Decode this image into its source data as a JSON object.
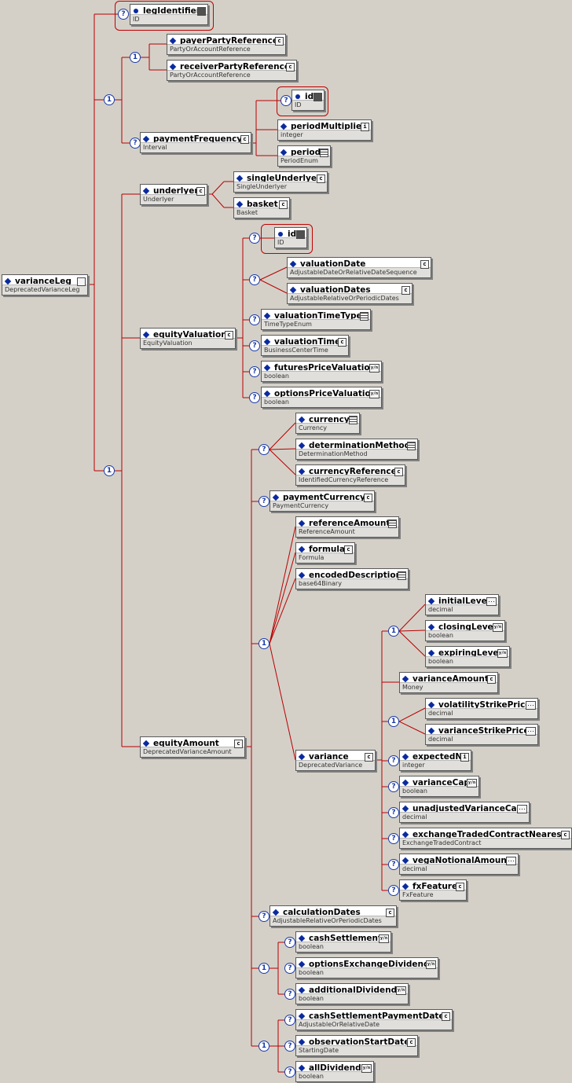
{
  "root": {
    "name": "varianceLeg",
    "type": "DeprecatedVarianceLeg"
  },
  "elements": [
    {
      "id": "legIdentifier",
      "name": "legIdentifier",
      "type": "ID",
      "badge": "minus",
      "dot": true
    },
    {
      "id": "payerPartyReference",
      "name": "payerPartyReference",
      "type": "PartyOrAccountReference",
      "badge": "c"
    },
    {
      "id": "receiverPartyReference",
      "name": "receiverPartyReference",
      "type": "PartyOrAccountReference",
      "badge": "c"
    },
    {
      "id": "paymentFrequency",
      "name": "paymentFrequency",
      "type": "Interval",
      "badge": "c"
    },
    {
      "id": "pfId",
      "name": "id",
      "type": "ID",
      "badge": "minus",
      "dot": true
    },
    {
      "id": "periodMultiplier",
      "name": "periodMultiplier",
      "type": "integer",
      "badge": "i"
    },
    {
      "id": "period",
      "name": "period",
      "type": "PeriodEnum",
      "badge": "lines"
    },
    {
      "id": "underlyer",
      "name": "underlyer",
      "type": "Underlyer",
      "badge": "c"
    },
    {
      "id": "singleUnderlyer",
      "name": "singleUnderlyer",
      "type": "SingleUnderlyer",
      "badge": "c"
    },
    {
      "id": "basket",
      "name": "basket",
      "type": "Basket",
      "badge": "c"
    },
    {
      "id": "equityValuation",
      "name": "equityValuation",
      "type": "EquityValuation",
      "badge": "c"
    },
    {
      "id": "evId",
      "name": "id",
      "type": "ID",
      "badge": "minus",
      "dot": true
    },
    {
      "id": "valuationDate",
      "name": "valuationDate",
      "type": "AdjustableDateOrRelativeDateSequence",
      "badge": "c"
    },
    {
      "id": "valuationDates",
      "name": "valuationDates",
      "type": "AdjustableRelativeOrPeriodicDates",
      "badge": "c"
    },
    {
      "id": "valuationTimeType",
      "name": "valuationTimeType",
      "type": "TimeTypeEnum",
      "badge": "lines"
    },
    {
      "id": "valuationTime",
      "name": "valuationTime",
      "type": "BusinessCenterTime",
      "badge": "c"
    },
    {
      "id": "futuresPriceValuation",
      "name": "futuresPriceValuation",
      "type": "boolean",
      "badge": "yn"
    },
    {
      "id": "optionsPriceValuation",
      "name": "optionsPriceValuation",
      "type": "boolean",
      "badge": "yn"
    },
    {
      "id": "equityAmount",
      "name": "equityAmount",
      "type": "DeprecatedVarianceAmount",
      "badge": "c"
    },
    {
      "id": "currency",
      "name": "currency",
      "type": "Currency",
      "badge": "lines"
    },
    {
      "id": "determinationMethod",
      "name": "determinationMethod",
      "type": "DeterminationMethod",
      "badge": "lines"
    },
    {
      "id": "currencyReference",
      "name": "currencyReference",
      "type": "IdentifiedCurrencyReference",
      "badge": "c"
    },
    {
      "id": "paymentCurrency",
      "name": "paymentCurrency",
      "type": "PaymentCurrency",
      "badge": "c"
    },
    {
      "id": "referenceAmount",
      "name": "referenceAmount",
      "type": "ReferenceAmount",
      "badge": "lines"
    },
    {
      "id": "formula",
      "name": "formula",
      "type": "Formula",
      "badge": "c"
    },
    {
      "id": "encodedDescription",
      "name": "encodedDescription",
      "type": "base64Binary",
      "badge": "lines"
    },
    {
      "id": "variance",
      "name": "variance",
      "type": "DeprecatedVariance",
      "badge": "c"
    },
    {
      "id": "initialLevel",
      "name": "initialLevel",
      "type": "decimal",
      "badge": "dots"
    },
    {
      "id": "closingLevel",
      "name": "closingLevel",
      "type": "boolean",
      "badge": "yn"
    },
    {
      "id": "expiringLevel",
      "name": "expiringLevel",
      "type": "boolean",
      "badge": "yn"
    },
    {
      "id": "varianceAmount",
      "name": "varianceAmount",
      "type": "Money",
      "badge": "c"
    },
    {
      "id": "volatilityStrikePrice",
      "name": "volatilityStrikePrice",
      "type": "decimal",
      "badge": "dots"
    },
    {
      "id": "varianceStrikePrice",
      "name": "varianceStrikePrice",
      "type": "decimal",
      "badge": "dots"
    },
    {
      "id": "expectedN",
      "name": "expectedN",
      "type": "integer",
      "badge": "i"
    },
    {
      "id": "varianceCap",
      "name": "varianceCap",
      "type": "boolean",
      "badge": "yn"
    },
    {
      "id": "unadjustedVarianceCap",
      "name": "unadjustedVarianceCap",
      "type": "decimal",
      "badge": "dots"
    },
    {
      "id": "exchangeTradedContractNearest",
      "name": "exchangeTradedContractNearest",
      "type": "ExchangeTradedContract",
      "badge": "c"
    },
    {
      "id": "vegaNotionalAmount",
      "name": "vegaNotionalAmount",
      "type": "decimal",
      "badge": "dots"
    },
    {
      "id": "fxFeature",
      "name": "fxFeature",
      "type": "FxFeature",
      "badge": "c"
    },
    {
      "id": "calculationDates",
      "name": "calculationDates",
      "type": "AdjustableRelativeOrPeriodicDates",
      "badge": "c"
    },
    {
      "id": "cashSettlement",
      "name": "cashSettlement",
      "type": "boolean",
      "badge": "yn"
    },
    {
      "id": "optionsExchangeDividends",
      "name": "optionsExchangeDividends",
      "type": "boolean",
      "badge": "yn"
    },
    {
      "id": "additionalDividends",
      "name": "additionalDividends",
      "type": "boolean",
      "badge": "yn"
    },
    {
      "id": "cashSettlementPaymentDate",
      "name": "cashSettlementPaymentDate",
      "type": "AdjustableOrRelativeDate",
      "badge": "c"
    },
    {
      "id": "observationStartDate",
      "name": "observationStartDate",
      "type": "StartingDate",
      "badge": "c"
    },
    {
      "id": "allDividends",
      "name": "allDividends",
      "type": "boolean",
      "badge": "yn"
    }
  ],
  "compositors": {
    "choice": "1",
    "optional": "?"
  },
  "badges": {
    "c": "c",
    "i": "i",
    "yn": "y/n",
    "dots": "...",
    "minus": "",
    "lines": ""
  },
  "colors": {
    "wire": "#b80000",
    "background": "#d4d0c8",
    "compositor": "#1a3aa8"
  }
}
